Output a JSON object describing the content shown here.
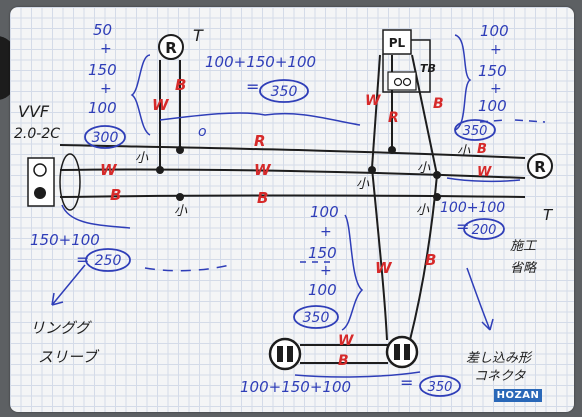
{
  "cable": {
    "type": "VVF",
    "size": "2.0-2C"
  },
  "labels": {
    "receptacle_left": "R",
    "receptacle_right": "R",
    "pilot_lamp": "PL",
    "terminal_t": "T",
    "terminal_tb": "TB",
    "wire_white": "W",
    "wire_black": "B",
    "wire_red": "R",
    "small_mark": "小",
    "neutral_o": "o"
  },
  "calc": {
    "top_stack": [
      "50",
      "+",
      "150",
      "+",
      "100"
    ],
    "top_result": "300",
    "mid_sum": "100+150+100",
    "mid_eq": "=",
    "mid_result": "350",
    "right_stack": [
      "100",
      "+",
      "150",
      "+",
      "100"
    ],
    "right_result": "350",
    "left_sum": "150+100",
    "left_eq": "=",
    "left_result": "250",
    "right_mid_sum": "100+100",
    "right_mid_eq": "=",
    "right_mid_result": "200",
    "center_stack": [
      "100",
      "+",
      "150",
      "+",
      "100"
    ],
    "center_result": "350",
    "bottom_sum": "100+150+100",
    "bottom_eq": "=",
    "bottom_result": "350"
  },
  "notes": {
    "ring_sleeve_1": "リンググ",
    "ring_sleeve_2": "スリーブ",
    "omit_1": "施工",
    "omit_2": "省略",
    "connector_1": "差し込み形",
    "connector_2": "コネクタ"
  },
  "brand": "HOZAN"
}
